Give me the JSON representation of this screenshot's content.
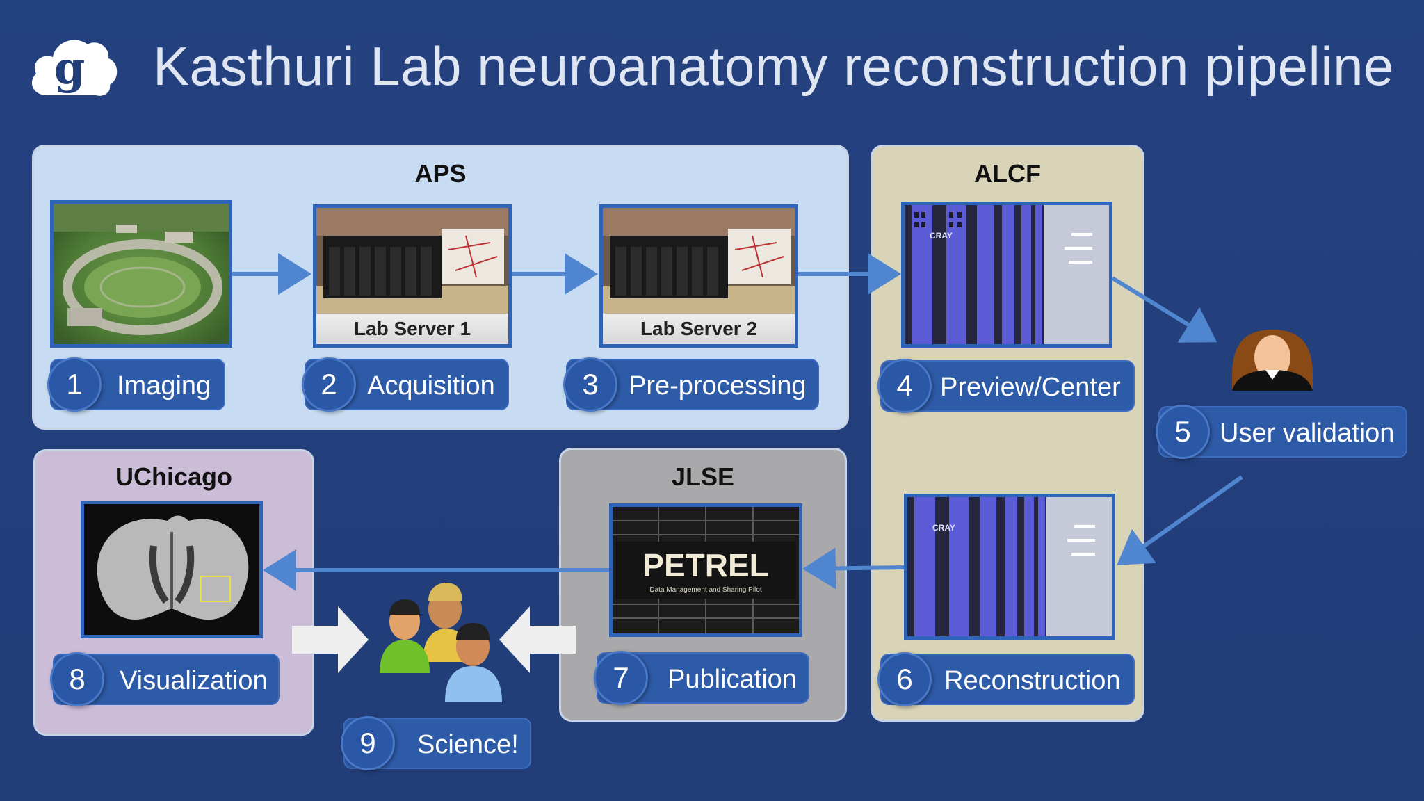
{
  "slide": {
    "title": "Kasthuri Lab neuroanatomy reconstruction pipeline",
    "logo_icon": "globus-cloud-icon"
  },
  "panels": {
    "aps": "APS",
    "alcf": "ALCF",
    "uchicago": "UChicago",
    "jlse": "JLSE"
  },
  "images": {
    "lab_server_1": "Lab Server 1",
    "lab_server_2": "Lab Server 2",
    "petrel_title": "PETREL",
    "petrel_subtitle": "Data Management and Sharing Pilot",
    "cray_label": "CRAY"
  },
  "steps": [
    {
      "num": "1",
      "label": "Imaging"
    },
    {
      "num": "2",
      "label": "Acquisition"
    },
    {
      "num": "3",
      "label": "Pre-processing"
    },
    {
      "num": "4",
      "label": "Preview/Center"
    },
    {
      "num": "5",
      "label": "User validation"
    },
    {
      "num": "6",
      "label": "Reconstruction"
    },
    {
      "num": "7",
      "label": "Publication"
    },
    {
      "num": "8",
      "label": "Visualization"
    },
    {
      "num": "9",
      "label": "Science!"
    }
  ],
  "colors": {
    "background": "#223f7c",
    "pill": "#2e5ba8",
    "arrow": "#4f86cf",
    "aps_panel": "#c7dcf2",
    "alcf_panel": "#d9d4b8",
    "uchicago_panel": "#cbbcd8",
    "jlse_panel": "#a9a9ab"
  }
}
